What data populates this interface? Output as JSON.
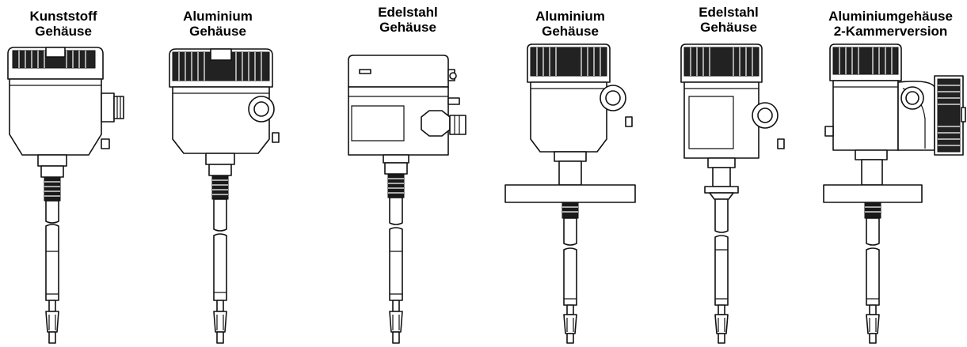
{
  "variants": [
    {
      "line1": "Kunststoff",
      "line2": "Gehäuse"
    },
    {
      "line1": "Aluminium",
      "line2": "Gehäuse"
    },
    {
      "line1": "Edelstahl",
      "line2": "Gehäuse"
    },
    {
      "line1": "Aluminium",
      "line2": "Gehäuse"
    },
    {
      "line1": "Edelstahl",
      "line2": "Gehäuse"
    },
    {
      "line1": "Aluminiumgehäuse",
      "line2": "2-Kammerversion"
    }
  ]
}
